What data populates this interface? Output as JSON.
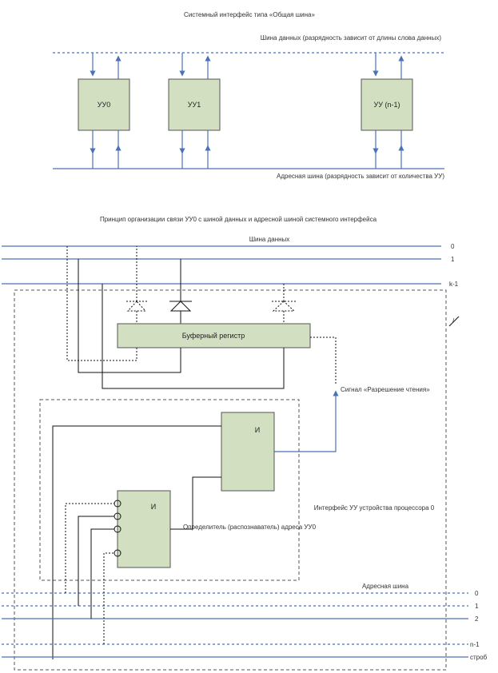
{
  "top": {
    "title": "Системный интерфейс типа «Общая шина»",
    "data_bus_label": "Шина данных (разрядность зависит от длины слова данных)",
    "addr_bus_label": "Адресная шина (разрядность зависит от количества УУ)",
    "devices": [
      "УУ0",
      "УУ1",
      "УУ (n-1)"
    ]
  },
  "bottom": {
    "title": "Принцип организации связи УУ0 с шиной данных и адресной шиной системного интерфейса",
    "data_bus_label": "Шина данных",
    "data_lines": [
      "0",
      "1",
      "k-1"
    ],
    "buffer_label": "Буферный регистр",
    "and_label": "И",
    "signal_label": "Сигнал «Разрешение чтения»",
    "decoder_label": "Определитель (распознаватель) адреса УУ0",
    "interface_label": "Интерфейс УУ устройства процессора 0",
    "addr_bus_label": "Адресная шина",
    "addr_lines": [
      "0",
      "1",
      "2",
      "n-1",
      "строб"
    ],
    "slash": "/"
  },
  "colors": {
    "bus": "#4a72b8",
    "box_fill": "#d3dfc1"
  }
}
